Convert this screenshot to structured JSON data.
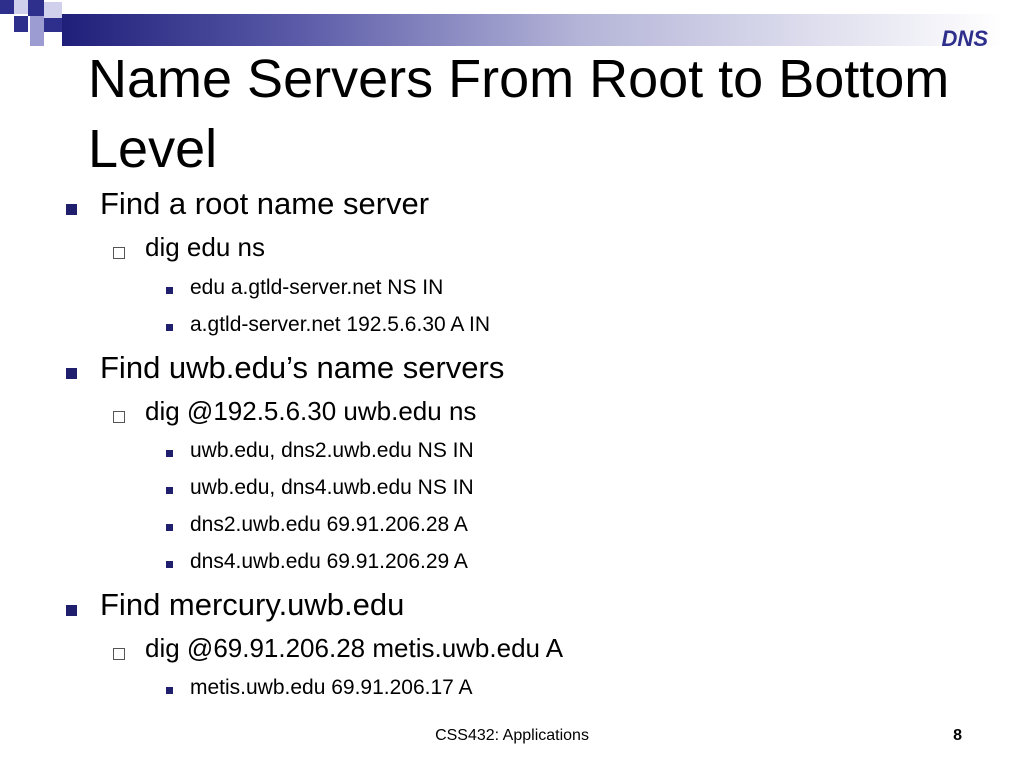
{
  "section_tag": "DNS",
  "title": "Name Servers From Root to Bottom Level",
  "items": [
    {
      "level": 1,
      "text": "Find a root name server"
    },
    {
      "level": 2,
      "text": "dig edu ns"
    },
    {
      "level": 3,
      "text": "edu a.gtld-server.net NS IN"
    },
    {
      "level": 3,
      "text": "a.gtld-server.net 192.5.6.30 A IN"
    },
    {
      "level": 1,
      "text": "Find uwb.edu’s name servers"
    },
    {
      "level": 2,
      "text": "dig @192.5.6.30 uwb.edu ns"
    },
    {
      "level": 3,
      "text": "uwb.edu, dns2.uwb.edu NS IN"
    },
    {
      "level": 3,
      "text": "uwb.edu, dns4.uwb.edu NS IN"
    },
    {
      "level": 3,
      "text": "dns2.uwb.edu 69.91.206.28 A"
    },
    {
      "level": 3,
      "text": "dns4.uwb.edu 69.91.206.29 A"
    },
    {
      "level": 1,
      "text": "Find mercury.uwb.edu"
    },
    {
      "level": 2,
      "text": "dig @69.91.206.28 metis.uwb.edu A"
    },
    {
      "level": 3,
      "text": "metis.uwb.edu 69.91.206.17 A"
    }
  ],
  "footer": {
    "course": "CSS432: Applications",
    "slide_number": "8"
  },
  "colors": {
    "accent": "#2e2e8c",
    "bullet": "#1f1f6e"
  }
}
